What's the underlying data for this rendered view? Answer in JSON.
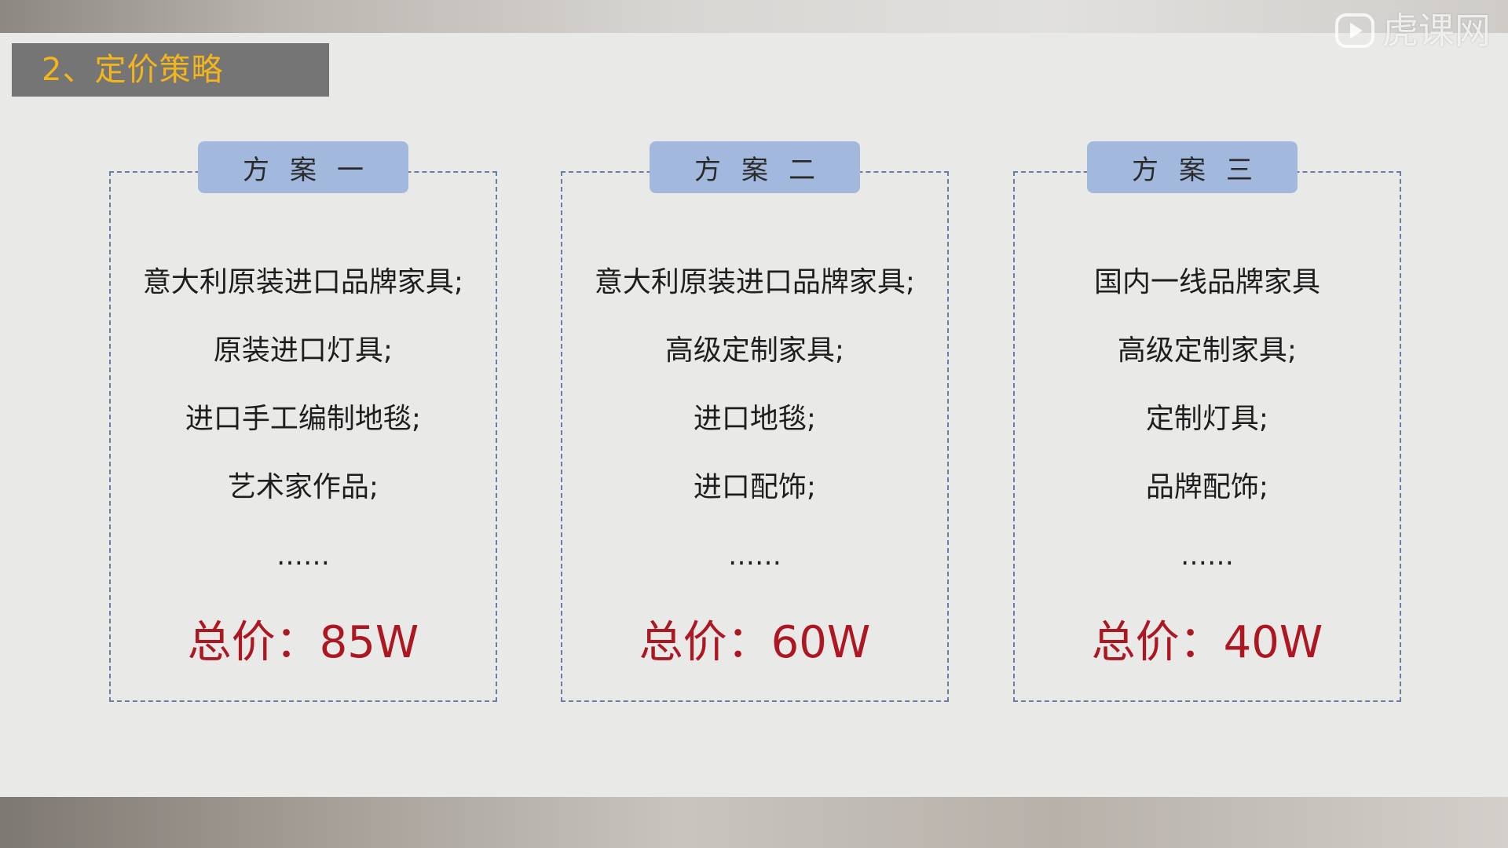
{
  "watermark": {
    "text": "虎课网"
  },
  "header": {
    "title": "2、定价策略"
  },
  "plans": [
    {
      "name": "方案一",
      "items": [
        "意大利原装进口品牌家具;",
        "原装进口灯具;",
        "进口手工编制地毯;",
        "艺术家作品;"
      ],
      "ellipsis": "……",
      "total": "总价：85W"
    },
    {
      "name": "方案二",
      "items": [
        "意大利原装进口品牌家具;",
        "高级定制家具;",
        "进口地毯;",
        "进口配饰;"
      ],
      "ellipsis": "……",
      "total": "总价：60W"
    },
    {
      "name": "方案三",
      "items": [
        "国内一线品牌家具",
        "高级定制家具;",
        "定制灯具;",
        "品牌配饰;"
      ],
      "ellipsis": "……",
      "total": "总价：40W"
    }
  ],
  "colors": {
    "title_bg": "#757575",
    "title_text": "#f3b51b",
    "card_border": "#6b7fa6",
    "card_head_bg": "#a2b8dc",
    "total_text": "#ad1722"
  }
}
